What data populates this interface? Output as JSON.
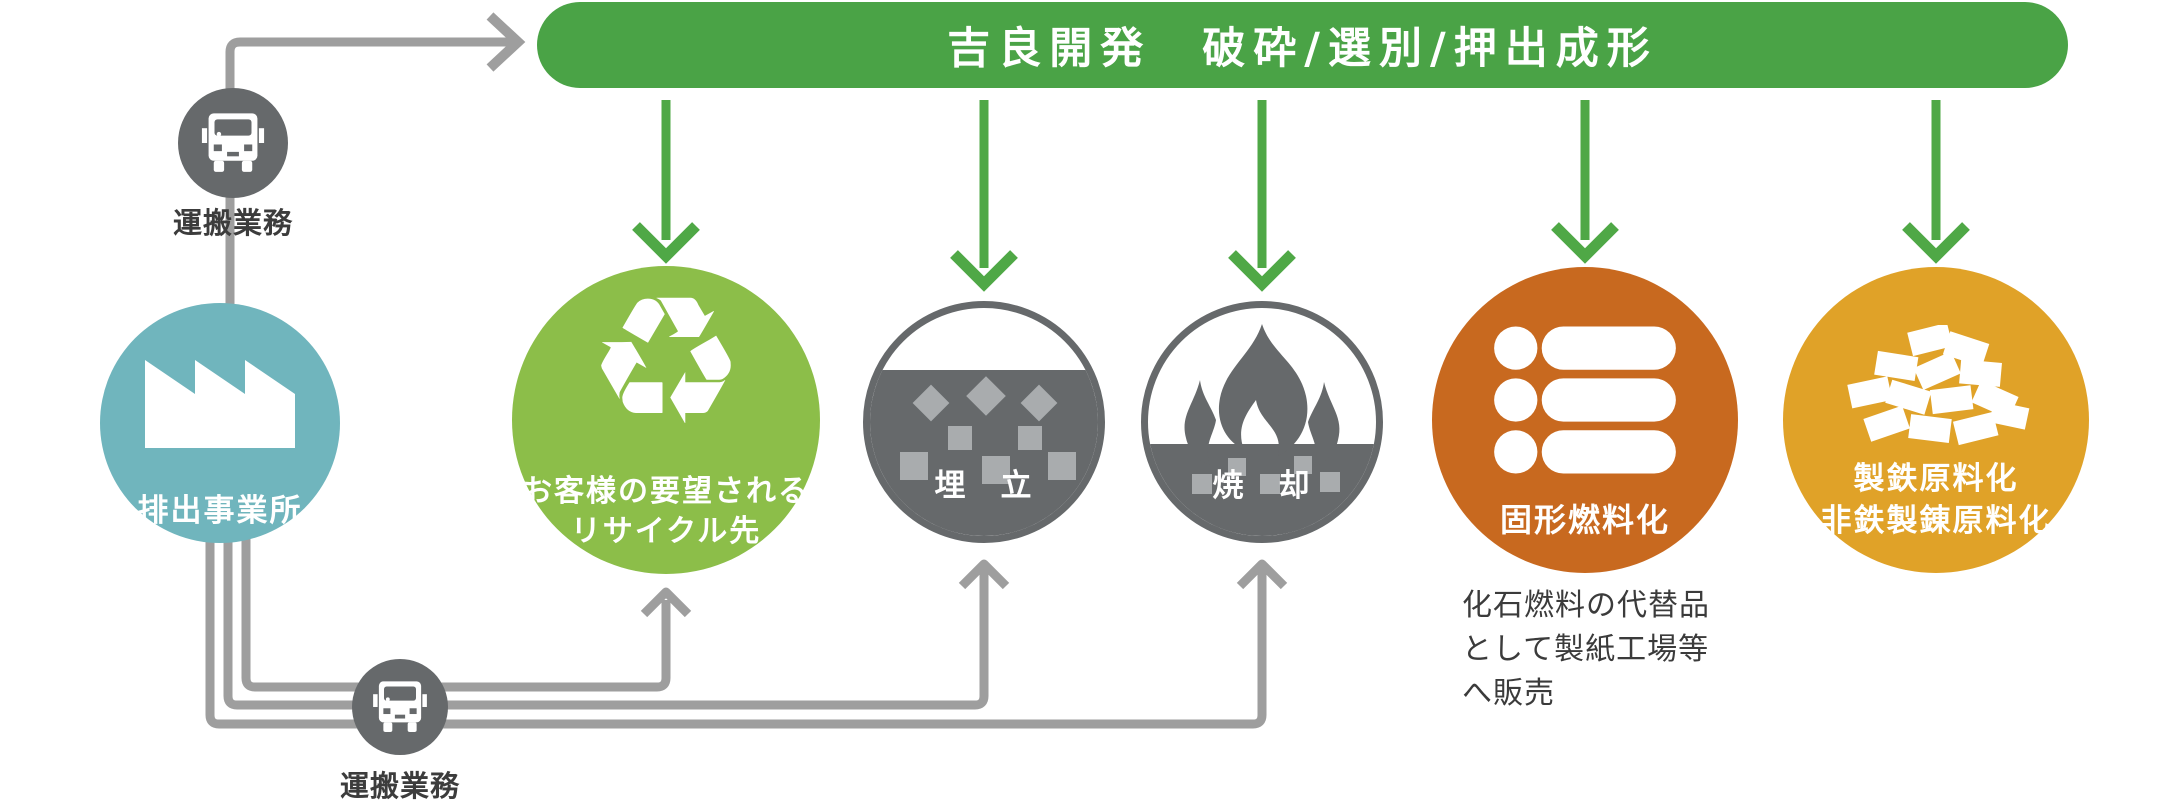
{
  "title_bar": {
    "text": "吉良開発　破砕/選別/押出成形"
  },
  "transport_top": {
    "label": "運搬業務"
  },
  "transport_bottom": {
    "label": "運搬業務"
  },
  "source": {
    "label": "排出事業所"
  },
  "destinations": {
    "recycle": {
      "line1": "お客様の要望される",
      "line2": "リサイクル先"
    },
    "landfill": {
      "label": "埋　立"
    },
    "incineration": {
      "label": "焼　却"
    },
    "solid_fuel": {
      "label": "固形燃料化",
      "note_lines": [
        "化石燃料の代替品",
        "として製紙工場等",
        "へ販売"
      ]
    },
    "steel": {
      "line1": "製鉄原料化",
      "line2": "非鉄製錬原料化"
    }
  },
  "icons": {
    "recycle_glyph": "♻",
    "truck": "truck-icon",
    "factory": "factory-icon",
    "flame": "flame-icon",
    "logs": "fuel-logs-icon",
    "scrap": "scrap-pile-icon"
  },
  "colors": {
    "bar_green": "#4aa346",
    "arrow_green": "#4fa846",
    "teal": "#70b5bd",
    "lime_green": "#8cbe49",
    "dark_gray": "#66696b",
    "light_gray": "#a9acae",
    "orange": "#c8691f",
    "amber": "#e0a228",
    "line_gray": "#9e9e9e",
    "text_dark": "#3b3b3b"
  }
}
